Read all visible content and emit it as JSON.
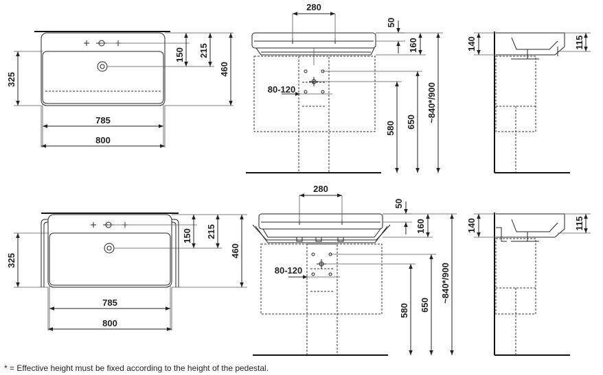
{
  "dims": {
    "d280": "280",
    "d50": "50",
    "d160": "160",
    "d150": "150",
    "d215": "215",
    "d460": "460",
    "d325": "325",
    "d785": "785",
    "d800": "800",
    "d80_120": "80-120",
    "d580": "580",
    "d650": "650",
    "d840": "~840*/900",
    "d140": "140",
    "d115": "115"
  },
  "footnote": "* = Effective height must be fixed according to the height of the pedestal."
}
